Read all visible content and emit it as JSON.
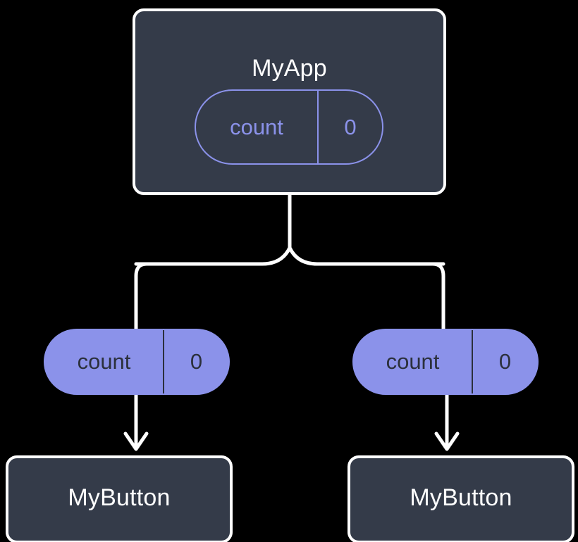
{
  "diagram": {
    "type": "component-tree",
    "title_text": "MyApp",
    "background_color": "#000000",
    "colors": {
      "box_fill": "#343b49",
      "box_border": "#ffffff",
      "accent_purple": "#8b92ea",
      "dark_text": "#2b303c",
      "light_text": "#ffffff",
      "wire": "#ffffff"
    },
    "root": {
      "label": "MyApp",
      "state": {
        "key": "count",
        "value": "0"
      }
    },
    "props": [
      {
        "key": "count",
        "value": "0"
      },
      {
        "key": "count",
        "value": "0"
      }
    ],
    "children": [
      {
        "label": "MyButton"
      },
      {
        "label": "MyButton"
      }
    ]
  }
}
